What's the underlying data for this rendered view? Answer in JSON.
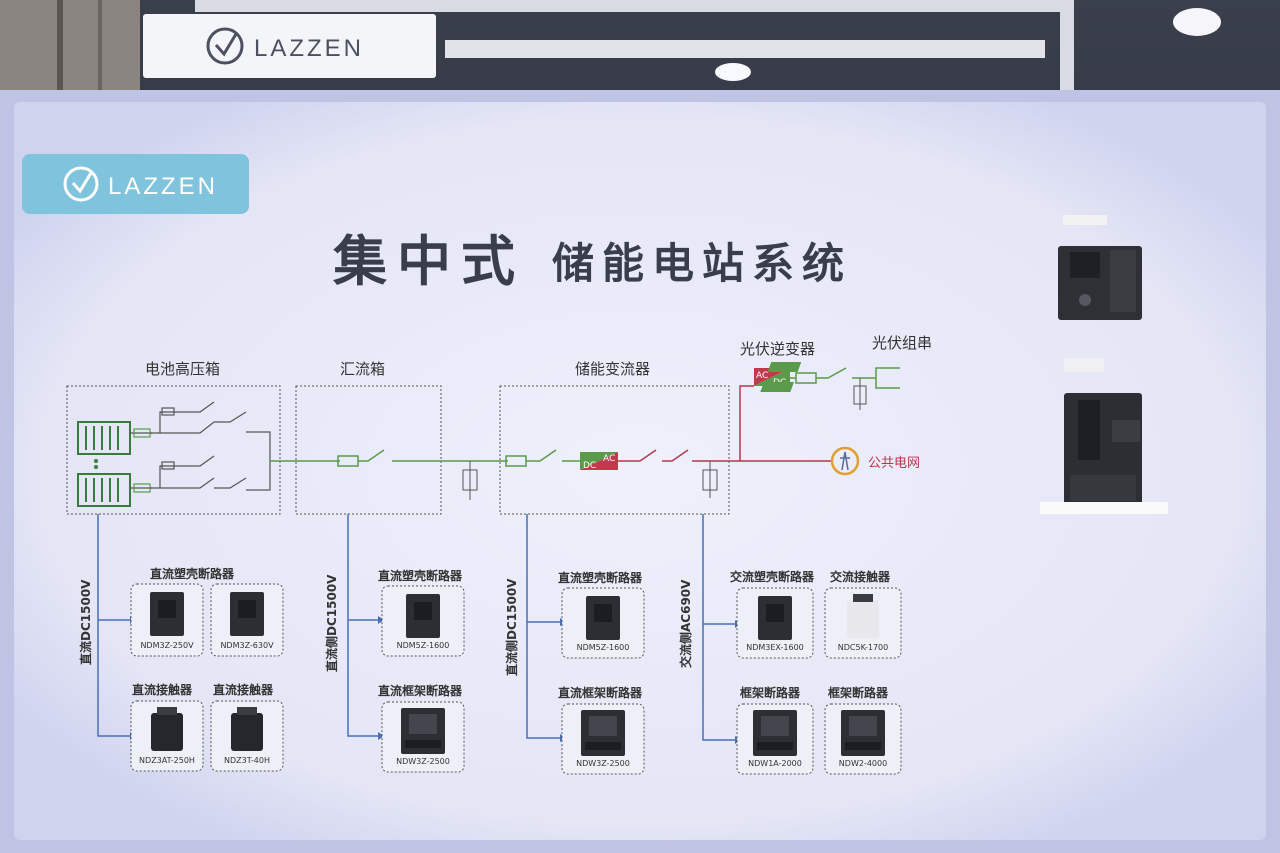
{
  "top_sign": {
    "logo_text": "LAZZEN"
  },
  "board": {
    "logo_text": "LAZZEN",
    "title_bold": "集中式",
    "title_rest": "储能电站系统",
    "sections": {
      "battery": "电池高压箱",
      "combiner": "汇流箱",
      "pcs": "储能变流器",
      "pv_inverter": "光伏逆变器",
      "pv_string": "光伏组串",
      "grid": "公共电网"
    },
    "converter_labels": {
      "ac": "AC",
      "dc": "DC"
    },
    "branch_labels": {
      "b1": "直流DC1500V",
      "b2": "直流侧DC1500V",
      "b3": "直流侧DC1500V",
      "b4": "交流侧AC690V"
    },
    "products": [
      {
        "heading": "直流塑壳断路器",
        "model": "NDM3Z-250V"
      },
      {
        "heading": "",
        "model": "NDM3Z-630V"
      },
      {
        "heading": "直流接触器",
        "model": "NDZ3AT-250H"
      },
      {
        "heading": "直流接触器",
        "model": "NDZ3T-40H"
      },
      {
        "heading": "直流塑壳断路器",
        "model": "NDM5Z-1600"
      },
      {
        "heading": "直流框架断路器",
        "model": "NDW3Z-2500"
      },
      {
        "heading": "直流塑壳断路器",
        "model": "NDM5Z-1600"
      },
      {
        "heading": "直流框架断路器",
        "model": "NDW3Z-2500"
      },
      {
        "heading": "交流塑壳断路器",
        "model": "NDM3EX-1600"
      },
      {
        "heading": "交流接触器",
        "model": "NDC5K-1700"
      },
      {
        "heading": "框架断路器",
        "model": "NDW1A-2000"
      },
      {
        "heading": "框架断路器",
        "model": "NDW2-4000"
      }
    ]
  },
  "colors": {
    "board_bg": "#e6e8f6",
    "title": "#3a3d4c",
    "green_line": "#5a9a4a",
    "red_line": "#b8364a",
    "blue_arrow": "#4a6fb8",
    "logo_badge": "#7fc4dc"
  },
  "icons": [
    "lazzen-logo-icon",
    "battery-icon",
    "fuse-icon",
    "switch-icon",
    "converter-icon",
    "solar-panel-icon",
    "grid-icon",
    "breaker-icon",
    "contactor-icon",
    "arrow-icon"
  ]
}
